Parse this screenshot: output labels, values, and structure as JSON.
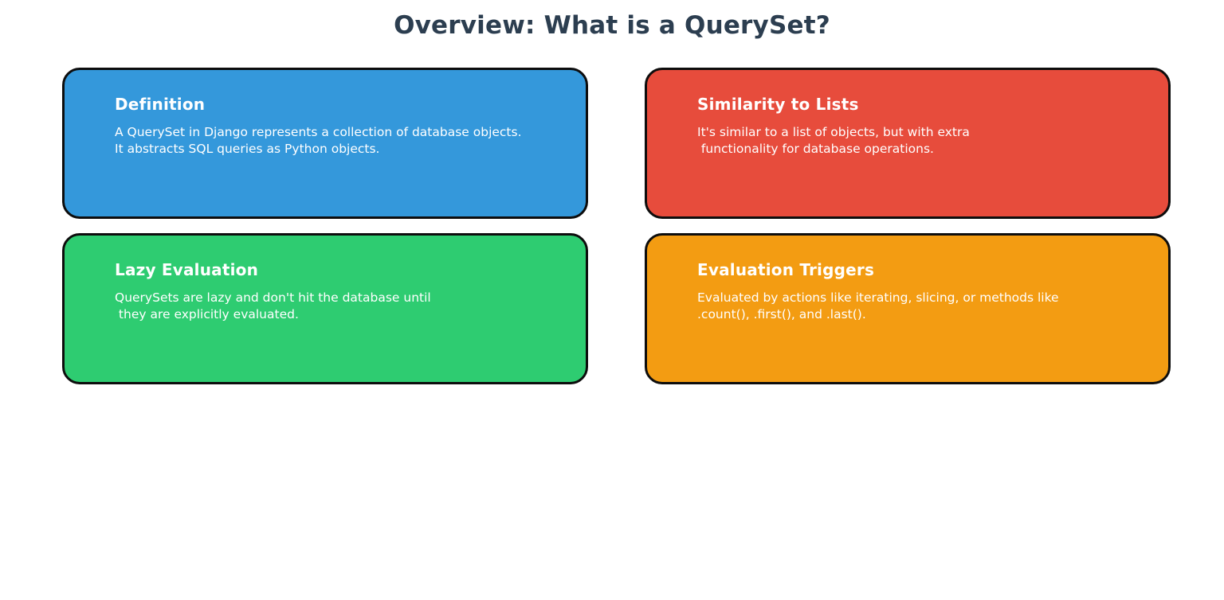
{
  "page": {
    "title": "Overview: What is a QuerySet?",
    "title_color": "#2c3e50",
    "background": "#ffffff"
  },
  "cards": [
    {
      "heading": "Definition",
      "body": "A QuerySet in Django represents a collection of database objects.\nIt abstracts SQL queries as Python objects.",
      "color": "#3498db",
      "border_color": "#0d0d0d",
      "text_color": "#ffffff"
    },
    {
      "heading": "Similarity to Lists",
      "body": "It's similar to a list of objects, but with extra\n functionality for database operations.",
      "color": "#e74c3c",
      "border_color": "#0d0d0d",
      "text_color": "#ffffff"
    },
    {
      "heading": "Lazy Evaluation",
      "body": "QuerySets are lazy and don't hit the database until\n they are explicitly evaluated.",
      "color": "#2ecc71",
      "border_color": "#0d0d0d",
      "text_color": "#ffffff"
    },
    {
      "heading": "Evaluation Triggers",
      "body": "Evaluated by actions like iterating, slicing, or methods like\n.count(), .first(), and .last().",
      "color": "#f39c12",
      "border_color": "#0d0d0d",
      "text_color": "#ffffff"
    }
  ]
}
